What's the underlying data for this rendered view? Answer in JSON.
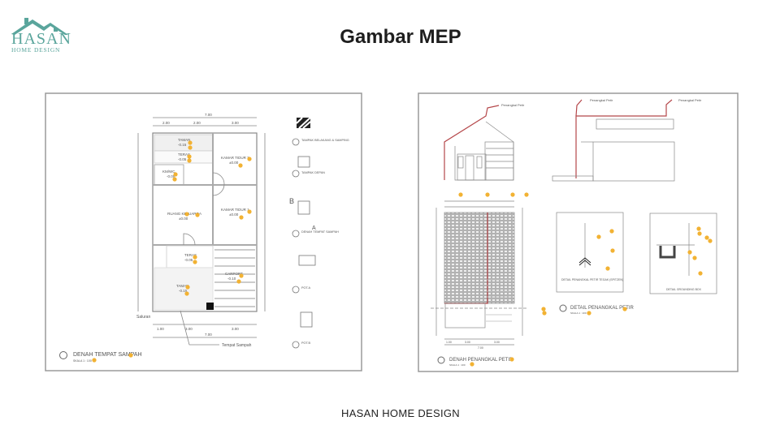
{
  "logo": {
    "name": "HASAN",
    "sub": "HOME DESIGN",
    "color": "#5aa59c"
  },
  "title": "Gambar MEP",
  "footer": "HASAN HOME DESIGN",
  "colors": {
    "marker": "#f2b233",
    "lightning_line": "#b5474a",
    "frame": "#9a9a9a"
  },
  "left_sheet": {
    "dims_top": [
      "7.00",
      "2.00",
      "2.00",
      "3.00"
    ],
    "dims_bottom": [
      "1.00",
      "3.00",
      "3.00",
      "7.00"
    ],
    "rooms": [
      {
        "name": "TAMAN",
        "level": "-0.15"
      },
      {
        "name": "TERAS",
        "level": "-0.05"
      },
      {
        "name": "KM/WC",
        "level": "-0.05"
      },
      {
        "name": "KAMAR TIDUR 2",
        "level": "±0.00"
      },
      {
        "name": "RUANG KELUARGA",
        "level": "±0.00"
      },
      {
        "name": "KAMAR TIDUR 1",
        "level": "±0.00"
      },
      {
        "name": "TERAS",
        "level": "-0.05"
      },
      {
        "name": "CARPORT",
        "level": "-0.10"
      },
      {
        "name": "TAMAN",
        "level": "-0.15"
      }
    ],
    "saluran": "Saluran",
    "tempat_sampah": "Tempat Sampah",
    "legend": [
      "TAMPAK BELAKANG & SAMPING",
      "TAMPAK DEPAN",
      "DENAH TEMPAT SAMPAH",
      "POT.A",
      "POT.B"
    ],
    "section_marks": [
      "B",
      "A"
    ],
    "caption": "DENAH TEMPAT SAMPAH",
    "scale": "SKALA 1 : 100"
  },
  "right_sheet": {
    "callouts": [
      "Penangkal Petir",
      "Penangkal Petir",
      "Penangkal Petir"
    ],
    "detail_box_1": "DETAIL PENANGKAL PETIR TEGAK (SPITZEN)",
    "detail_box_2": "DETAIL GROUNDING BOX",
    "caption_detail": "DETAIL PENANGKAL PETIR",
    "caption_plan": "DENAH PENANGKAL PETIR",
    "scale": "SKALA 1 : 100",
    "dims_bottom": [
      "1.00",
      "3.00",
      "3.00",
      "7.00"
    ]
  }
}
